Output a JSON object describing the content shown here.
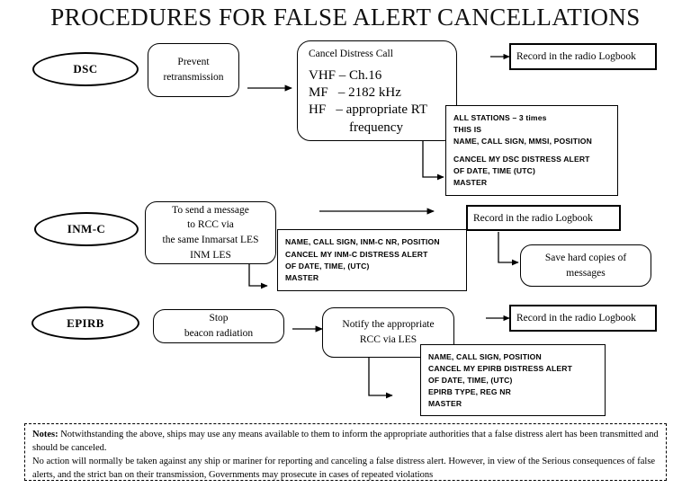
{
  "title": "PROCEDURES   FOR  FALSE ALERT CANCELLATIONS",
  "colors": {
    "ink": "#000000",
    "background": "#ffffff"
  },
  "rows": {
    "dsc": {
      "label": "DSC",
      "action": {
        "line1": "Prevent",
        "line2": "retransmission"
      },
      "call": {
        "header": "Cancel Distress Call",
        "lines": [
          "VHF – Ch.16",
          "MF   – 2182 kHz",
          "HF   – appropriate RT",
          "            frequency"
        ]
      },
      "logbook": "Record in the radio Logbook",
      "message": {
        "block1": [
          "ALL STATIONS – 3 times",
          "THIS IS",
          "NAME, CALL SIGN, MMSI, POSITION"
        ],
        "block2": [
          "CANCEL MY DSC DISTRESS ALERT",
          "OF DATE, TIME (UTC)",
          "MASTER"
        ]
      }
    },
    "inmc": {
      "label": "INM-C",
      "action": {
        "line1": "To send a message",
        "line2": "to RCC via",
        "line3": "the same Inmarsat  LES",
        "line4": "INM LES"
      },
      "logbook": "Record in the radio Logbook",
      "save": {
        "line1": "Save hard copies of",
        "line2": "messages"
      },
      "message": {
        "block1": [
          "NAME, CALL SIGN, INM-C NR, POSITION"
        ],
        "block2": [
          "CANCEL MY INM-C DISTRESS ALERT",
          "OF DATE, TIME, (UTC)",
          "MASTER"
        ]
      }
    },
    "epirb": {
      "label": "EPIRB",
      "action": {
        "line1": "Stop",
        "line2": "beacon radiation"
      },
      "notify": {
        "line1": "Notify the appropriate",
        "line2": "RCC via LES"
      },
      "logbook": "Record in the radio Logbook",
      "message": {
        "block1": [
          "NAME, CALL SIGN, POSITION"
        ],
        "block2": [
          "CANCEL MY EPIRB DISTRESS ALERT",
          "OF DATE, TIME, (UTC)",
          "EPIRB TYPE, REG NR",
          "MASTER"
        ]
      }
    }
  },
  "notes": {
    "label": "Notes:",
    "paragraph1": "Notwithstanding the above, ships may use any means available to them to inform the appropriate authorities that a false distress alert has  been  transmitted and should be canceled.",
    "paragraph2": "No action will normally be taken against any ship or mariner for reporting and canceling a false distress alert. However, in view of the Serious consequences of  false  alerts, and  the strict ban on their transmission, Governments may prosecute  in cases of repeated violations"
  }
}
